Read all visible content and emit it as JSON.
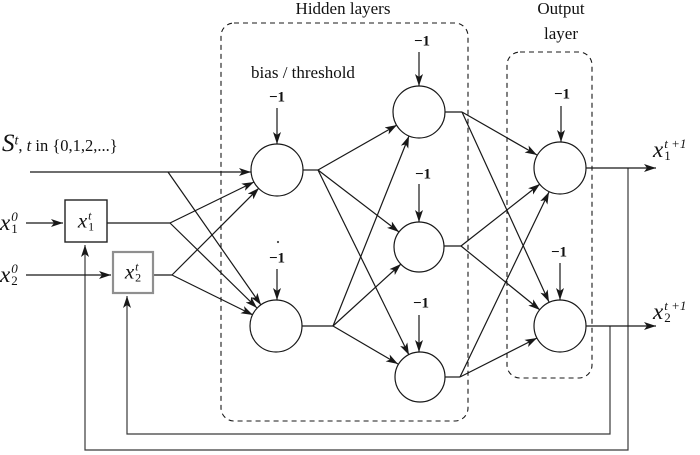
{
  "figure": {
    "hidden_layers_title": "Hidden layers",
    "output_layer_title_line1": "Output",
    "output_layer_title_line2": "layer",
    "bias_threshold_label": "bias / threshold",
    "bias_value": "−1"
  },
  "inputs": {
    "signal": {
      "base": "S",
      "sup": "t",
      "comma": ", ",
      "t_var": "t",
      "tail": " in {0,1,2,...}"
    },
    "x1_initial": {
      "base": "x",
      "sup": "0",
      "sub": "1"
    },
    "x2_initial": {
      "base": "x",
      "sup": "0",
      "sub": "2"
    },
    "x1_state": {
      "base": "x",
      "sup": "t",
      "sub": "1"
    },
    "x2_state": {
      "base": "x",
      "sup": "t",
      "sub": "2"
    }
  },
  "outputs": {
    "x1_next": {
      "base": "x",
      "sup": "t +1",
      "sub": "1"
    },
    "x2_next": {
      "base": "x",
      "sup": "t +1",
      "sub": "2"
    }
  },
  "network": {
    "input_count": 3,
    "hidden_layer_sizes": [
      2,
      3
    ],
    "output_count": 2,
    "bias_inputs_per_node": 1
  },
  "colors": {
    "line": "#181818",
    "background": "#ffffff",
    "state_box_2_border": "#8f8f8f"
  }
}
